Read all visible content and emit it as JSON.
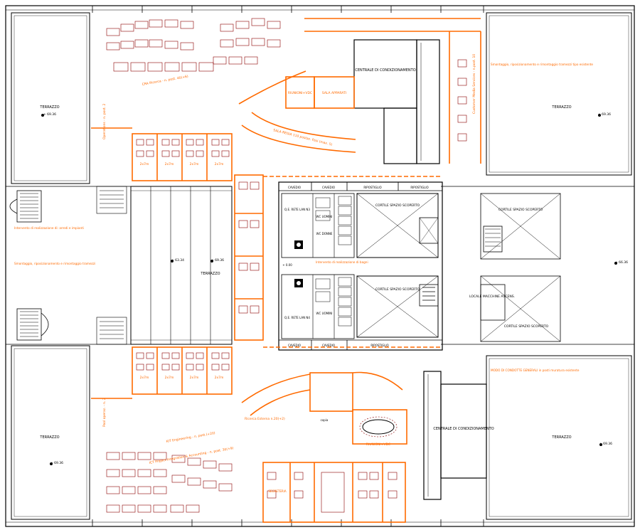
{
  "colors": {
    "background": "#ffffff",
    "wall": "#000000",
    "furniture": "#8b0000",
    "annotation": "#ff6a00"
  },
  "terraces": {
    "label": "TERRAZZO",
    "level_top": "+ 69.36",
    "level_mid": "+ 63.34",
    "level_east": "+ 66.36"
  },
  "rooms": {
    "centrale_top": "CENTRALE DI CONDIZIONAMENTO",
    "centrale_bottom": "CENTRALE DI CONDIZIONAMENTO",
    "cortile": "CORTILE SPAZIO SCOPERTO",
    "cavedio": "CAVEDIO",
    "ripostiglio": "RIPOSTIGLIO",
    "wc_uomini": "WC UOMINI",
    "wc_donne": "WC DONNE",
    "qe_rete_lan_n3": "Q.E. RETE LAN N3",
    "qe_rete_lan_n4": "Q.E. RETE LAN N4",
    "locale_macchine": "LOCALE MACCHINE ASCENS.",
    "riunioni_vdc_top": "RIUNIONI+VDC",
    "sala_apparati": "SALA APPARATI",
    "riunioni_vdc_bottom": "RIUNIONI+VDC",
    "copia": "copia",
    "segreteria": "SEGRETERIA",
    "level_mid": "+ 0.00",
    "module_label": "2x7m"
  },
  "zones": {
    "cra_zone": "CRA Ricerca - n. post. 40(+6)",
    "sala_regia": "SALA REGIA 110 postaz. fissi (max. 5)",
    "customer_media": "Customer Media Services - n.post. 10",
    "operations": "Operations - n. post. 2",
    "ricerca_rem": "Ricerca Esterna n.20(+2)",
    "kit_engineering": "KIT Engineering - n. post.(+20)",
    "ict_project": "ICT Project Integration & Accounting - n. post. 30(+9)",
    "pool_operaz": "Pool operaz. - n. 2"
  },
  "notes": {
    "note_left_1": "Intervento di realizzazione di: arredi e impianti",
    "note_left_2": "Smontaggio, riposizionamento e rimontaggio tramezzi",
    "note_right_1": "Smontaggio, riposizionamento e rimontaggio tramezzi tipo esistente",
    "note_right_2": "MODO DI CONDOTTE GENERALI in posti muratura esistente",
    "note_centre": "Intervento di realizzazione di bagni"
  }
}
